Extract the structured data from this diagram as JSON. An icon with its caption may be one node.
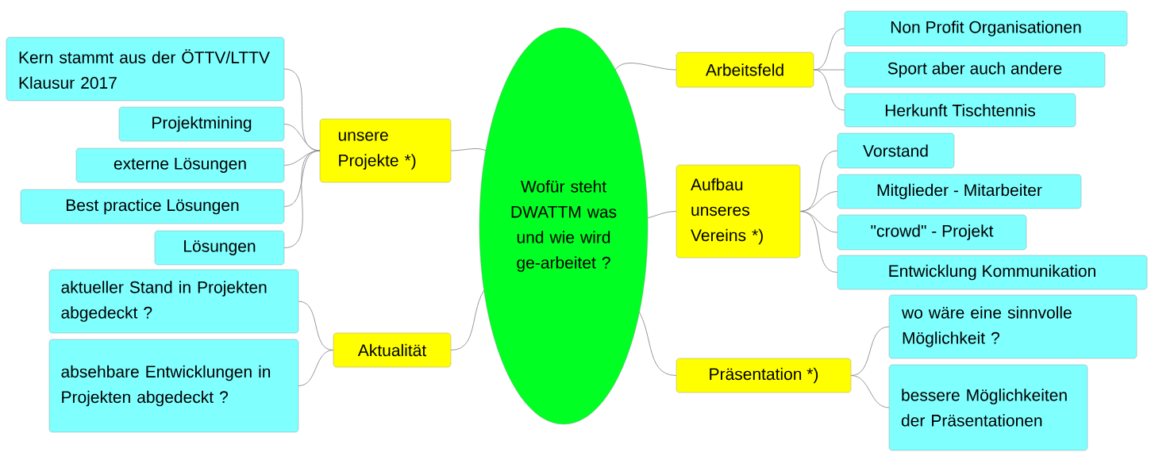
{
  "diagram": {
    "nodes": [
      {
        "text": [
          "Wofür steht DWATTM was und wie wird ge-arbeitet ?"
        ]
      },
      {
        "text": [
          "unsere Projekte *)"
        ]
      },
      {
        "text": [
          "Kern stammt aus der ÖTTV/LTTV Klausur 2017"
        ]
      },
      {
        "text": [
          "Projektmining"
        ]
      },
      {
        "text": [
          "externe Lösungen"
        ]
      },
      {
        "text": [
          "Best practice Lösungen"
        ]
      },
      {
        "text": [
          "Lösungen"
        ]
      },
      {
        "text": [
          "Aktualität"
        ]
      },
      {
        "text": [
          "aktueller Stand in Projekten abgedeckt ?"
        ]
      },
      {
        "text": [
          "absehbare Entwicklungen in Projekten abgedeckt ?"
        ]
      },
      {
        "text": [
          "Arbeitsfeld"
        ]
      },
      {
        "text": [
          "Non Profit Organisationen"
        ]
      },
      {
        "text": [
          "Sport aber auch andere"
        ]
      },
      {
        "text": [
          "Herkunft Tischtennis"
        ]
      },
      {
        "text": [
          "Aufbau unseres Vereins *)"
        ]
      },
      {
        "text": [
          "Vorstand"
        ]
      },
      {
        "text": [
          "Mitglieder - Mitarbeiter"
        ]
      },
      {
        "text": [
          "\"crowd\" - Projekt"
        ]
      },
      {
        "text": [
          "Entwicklung Kommunikation"
        ]
      },
      {
        "text": [
          "Präsentation  *)"
        ]
      },
      {
        "text": [
          "wo wäre eine sinnvolle Möglichkeit ?"
        ]
      },
      {
        "text": [
          "bessere Möglichkeiten der Präsentationen"
        ]
      }
    ],
    "edges": [
      {
        "from": 0,
        "to": 1,
        "arrow": "none"
      },
      {
        "from": 1,
        "to": 2,
        "arrow": "none"
      },
      {
        "from": 1,
        "to": 3,
        "arrow": "none"
      },
      {
        "from": 1,
        "to": 4,
        "arrow": "none"
      },
      {
        "from": 1,
        "to": 5,
        "arrow": "none"
      },
      {
        "from": 1,
        "to": 6,
        "arrow": "none"
      },
      {
        "from": 0,
        "to": 7,
        "arrow": "none"
      },
      {
        "from": 7,
        "to": 8,
        "arrow": "none"
      },
      {
        "from": 7,
        "to": 9,
        "arrow": "none"
      },
      {
        "from": 0,
        "to": 10,
        "arrow": "none"
      },
      {
        "from": 10,
        "to": 11,
        "arrow": "none"
      },
      {
        "from": 10,
        "to": 12,
        "arrow": "none"
      },
      {
        "from": 10,
        "to": 13,
        "arrow": "none"
      },
      {
        "from": 0,
        "to": 14,
        "arrow": "none"
      },
      {
        "from": 14,
        "to": 15,
        "arrow": "none"
      },
      {
        "from": 14,
        "to": 16,
        "arrow": "none"
      },
      {
        "from": 14,
        "to": 17,
        "arrow": "none"
      },
      {
        "from": 14,
        "to": 18,
        "arrow": "none"
      },
      {
        "from": 0,
        "to": 19,
        "arrow": "none"
      },
      {
        "from": 19,
        "to": 20,
        "arrow": "none"
      },
      {
        "from": 19,
        "to": 21,
        "arrow": "none"
      }
    ]
  }
}
